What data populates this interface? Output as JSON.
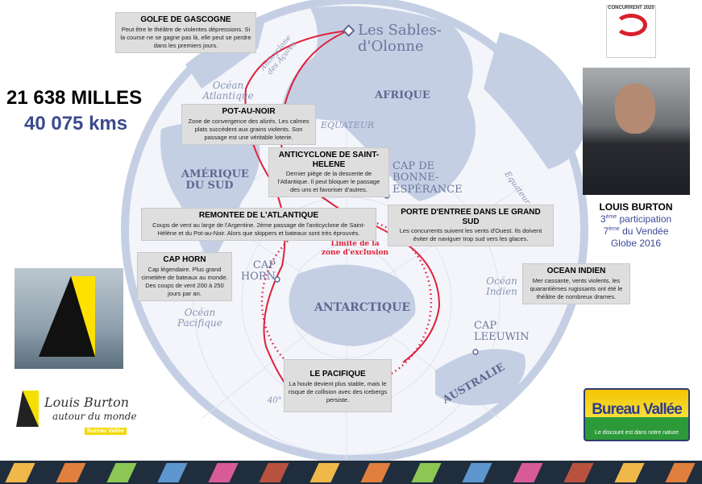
{
  "headline": {
    "miles": "21 638 MILLES",
    "kms": "40 075 kms"
  },
  "boxes": [
    {
      "title": "GOLFE DE GASCOGNE",
      "text": "Peut être le théâtre de violentes dépressions. Si la course ne se gagne pas là, elle peut se perdre dans les premiers jours."
    },
    {
      "title": "POT-AU-NOIR",
      "text": "Zone de convergence des alizés. Les calmes plats succèdent aux grains violents. Son passage est une véritable loterie."
    },
    {
      "title": "ANTICYCLONE DE SAINT-HELENE",
      "text": "Dernier piège de la descente de l'Atlantique. Il peut bloquer le passage des uns et favoriser d'autres."
    },
    {
      "title": "REMONTEE DE L'ATLANTIQUE",
      "text": "Coups de vent au large de l'Argentine. 2ème passage de l'anticyclone de Saint-Hélène et du Pot-au-Noir. Alors que skippers et bateaux sont très éprouvés."
    },
    {
      "title": "PORTE D'ENTREE DANS LE GRAND SUD",
      "text": "Les concurrents suivent les vents d'Ouest. Ils doivent éviter de naviguer trop sud vers les glaces."
    },
    {
      "title": "CAP HORN",
      "text": "Cap légendaire. Plus grand cimetière de bateaux au monde. Des coups de vent 200 à 250 jours par an."
    },
    {
      "title": "OCEAN INDIEN",
      "text": "Mer cassante, vents violents, les quarantièmes rugissants ont été le théâtre de nombreux drames."
    },
    {
      "title": "LE PACIFIQUE",
      "text": "La houle devient plus stable, mais le risque de collision avec des icebergs persiste."
    }
  ],
  "map_labels": {
    "start": "Les Sables-d'Olonne",
    "atlantic": "Océan Atlantique",
    "acores": "Anticyclone des Açores",
    "afrique": "AFRIQUE",
    "equateur": "EQUATEUR",
    "equateur2": "Equateur",
    "amerique": "AMÉRIQUE DU SUD",
    "bonne_esperance": "CAP DE BONNE-ESPÉRANCE",
    "cap_horn": "CAP HORN",
    "exclusion": "Limite de la zone d'exclusion",
    "indien": "Océan Indien",
    "antarctique": "ANTARCTIQUE",
    "pacifique": "Océan Pacifique",
    "leeuwin": "CAP LEEUWIN",
    "australie": "AUSTRALIE",
    "lat40": "40°"
  },
  "skipper": {
    "name": "LOUIS BURTON",
    "participation_num": "3",
    "participation_sup": "ème",
    "participation": "participation",
    "rank_num": "7",
    "rank_sup": "ème",
    "rank": "du Vendée Globe 2016"
  },
  "logos": {
    "vendee": "CONCURRENT 2020 vendéeglobe",
    "burton": "Louis Burton autour du monde Bureau Vallée",
    "bureau_vallee": "Bureau Vallée",
    "bureau_vallee_tagline": "Le discount est dans notre nature"
  },
  "colors": {
    "route": "#e0203c",
    "land": "#c5cfe4",
    "title_blue": "#3c4a8c"
  }
}
